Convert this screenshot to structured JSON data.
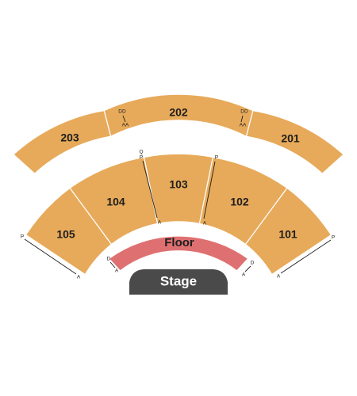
{
  "map": {
    "colors": {
      "section": "#e7aa5a",
      "floor": "#df7071",
      "stage": "#4a4a4a",
      "divider": "#ffffff"
    },
    "sections": {
      "s201": "201",
      "s202": "202",
      "s203": "203",
      "s101": "101",
      "s102": "102",
      "s103": "103",
      "s104": "104",
      "s105": "105"
    },
    "floor": "Floor",
    "stage": "Stage",
    "rows": {
      "dd": "DD",
      "aa": "AA",
      "q": "Q",
      "p": "P",
      "a": "A",
      "d": "D"
    }
  }
}
